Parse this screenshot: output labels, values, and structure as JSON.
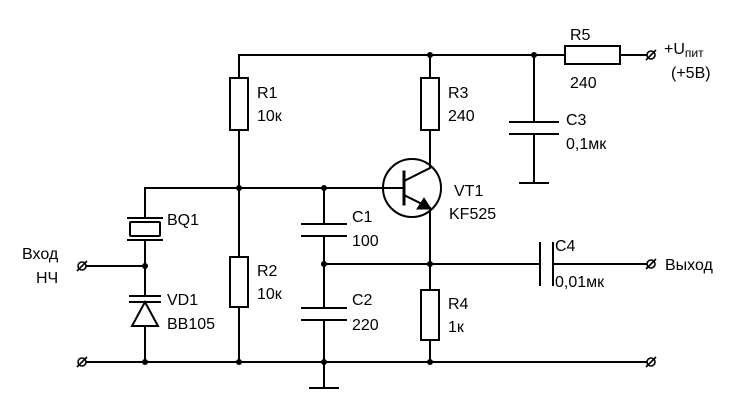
{
  "schematic": {
    "power_terminal": {
      "line1": "+U",
      "line1_sub": "пит",
      "line2": "(+5В)"
    },
    "input": {
      "line1": "Вход",
      "line2": "НЧ"
    },
    "output": {
      "label": "Выход"
    },
    "components": {
      "R1": {
        "ref": "R1",
        "value": "10к"
      },
      "R2": {
        "ref": "R2",
        "value": "10к"
      },
      "R3": {
        "ref": "R3",
        "value": "240"
      },
      "R4": {
        "ref": "R4",
        "value": "1к"
      },
      "R5": {
        "ref": "R5",
        "value": "240"
      },
      "C1": {
        "ref": "C1",
        "value": "100"
      },
      "C2": {
        "ref": "C2",
        "value": "220"
      },
      "C3": {
        "ref": "C3",
        "value": "0,1мк"
      },
      "C4": {
        "ref": "C4",
        "value": "0,01мк"
      },
      "BQ1": {
        "ref": "BQ1"
      },
      "VD1": {
        "ref": "VD1",
        "value": "BB105"
      },
      "VT1": {
        "ref": "VT1",
        "value": "KF525"
      }
    },
    "icons": [
      "terminal-icon",
      "resistor-icon",
      "capacitor-icon",
      "crystal-icon",
      "varicap-diode-icon",
      "npn-transistor-icon",
      "ground-icon"
    ]
  }
}
